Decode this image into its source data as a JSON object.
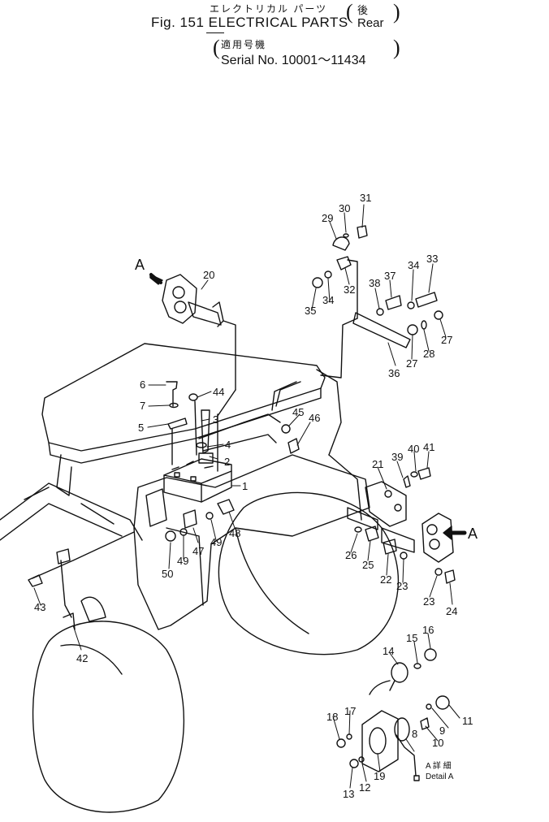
{
  "header": {
    "jp_title": "エレクトリカル パーツ",
    "fig_title": "Fig. 151 ELECTRICAL PARTS",
    "jp_position": "後",
    "position": "Rear",
    "jp_serial": "適用号機",
    "serial": "Serial No. 10001～11434"
  },
  "view_marker": "A",
  "detail_label_jp": "A 詳 細",
  "detail_label": "Detail A",
  "callouts": [
    "1",
    "2",
    "3",
    "4",
    "5",
    "6",
    "7",
    "8",
    "9",
    "10",
    "11",
    "12",
    "13",
    "14",
    "15",
    "16",
    "17",
    "18",
    "19",
    "20",
    "21",
    "22",
    "23",
    "24",
    "25",
    "26",
    "27",
    "28",
    "29",
    "30",
    "31",
    "32",
    "33",
    "34",
    "35",
    "36",
    "37",
    "38",
    "39",
    "40",
    "41",
    "42",
    "43",
    "44",
    "45",
    "46",
    "47",
    "48",
    "49",
    "50"
  ],
  "colors": {
    "ink": "#111111",
    "paper": "#ffffff"
  }
}
